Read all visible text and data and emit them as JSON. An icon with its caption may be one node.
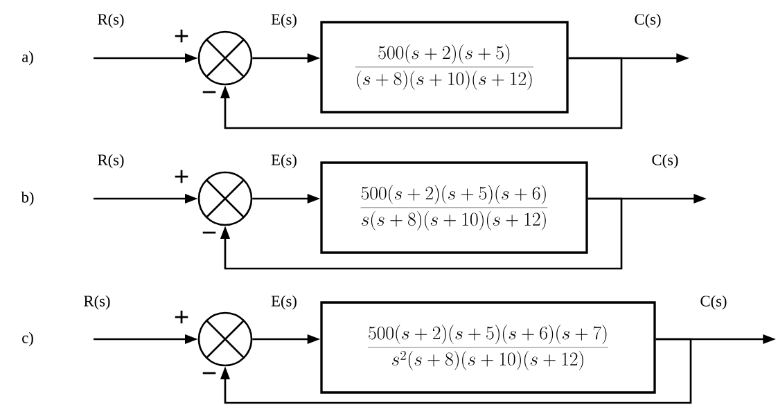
{
  "diagram": {
    "nodes": [
      {
        "text": [],
        "shape": "circle"
      },
      {
        "text": [
          "\\frac{500(s+2)(s+5)}{(s+8)(s+10)(s+12)}"
        ]
      },
      {
        "text": [],
        "shape": "circle"
      },
      {
        "text": [
          "\\frac{500(s+2)(s+5)(s+6)}{s(s+8)(s+10)(s+12)}"
        ]
      },
      {
        "text": [],
        "shape": "circle"
      },
      {
        "text": [
          "\\frac{500(s+2)(s+5)(s+6)(s+7)}{s^{2}(s+8)(s+10)(s+12)}"
        ]
      }
    ],
    "edges": [
      {
        "from": null,
        "to": 0,
        "arrow": "to",
        "label": "R(s)"
      },
      {
        "from": 0,
        "to": 1,
        "arrow": "to",
        "label": "E(s)"
      },
      {
        "from": 1,
        "to": null,
        "arrow": "to",
        "label": "C(s)"
      },
      {
        "from": 1,
        "to": 0,
        "arrow": "to"
      },
      {
        "from": null,
        "to": 2,
        "arrow": "to",
        "label": "R(s)"
      },
      {
        "from": 2,
        "to": 3,
        "arrow": "to",
        "label": "E(s)"
      },
      {
        "from": 3,
        "to": null,
        "arrow": "to",
        "label": "C(s)"
      },
      {
        "from": 3,
        "to": 2,
        "arrow": "to"
      },
      {
        "from": null,
        "to": 4,
        "arrow": "to",
        "label": "R(s)"
      },
      {
        "from": 4,
        "to": 5,
        "arrow": "to",
        "label": "E(s)"
      },
      {
        "from": 5,
        "to": null,
        "arrow": "to",
        "label": "C(s)"
      },
      {
        "from": 5,
        "to": 4,
        "arrow": "to"
      }
    ],
    "labels": [
      "a)",
      "+",
      "−",
      "b)",
      "+",
      "−",
      "c)",
      "+",
      "−"
    ]
  }
}
